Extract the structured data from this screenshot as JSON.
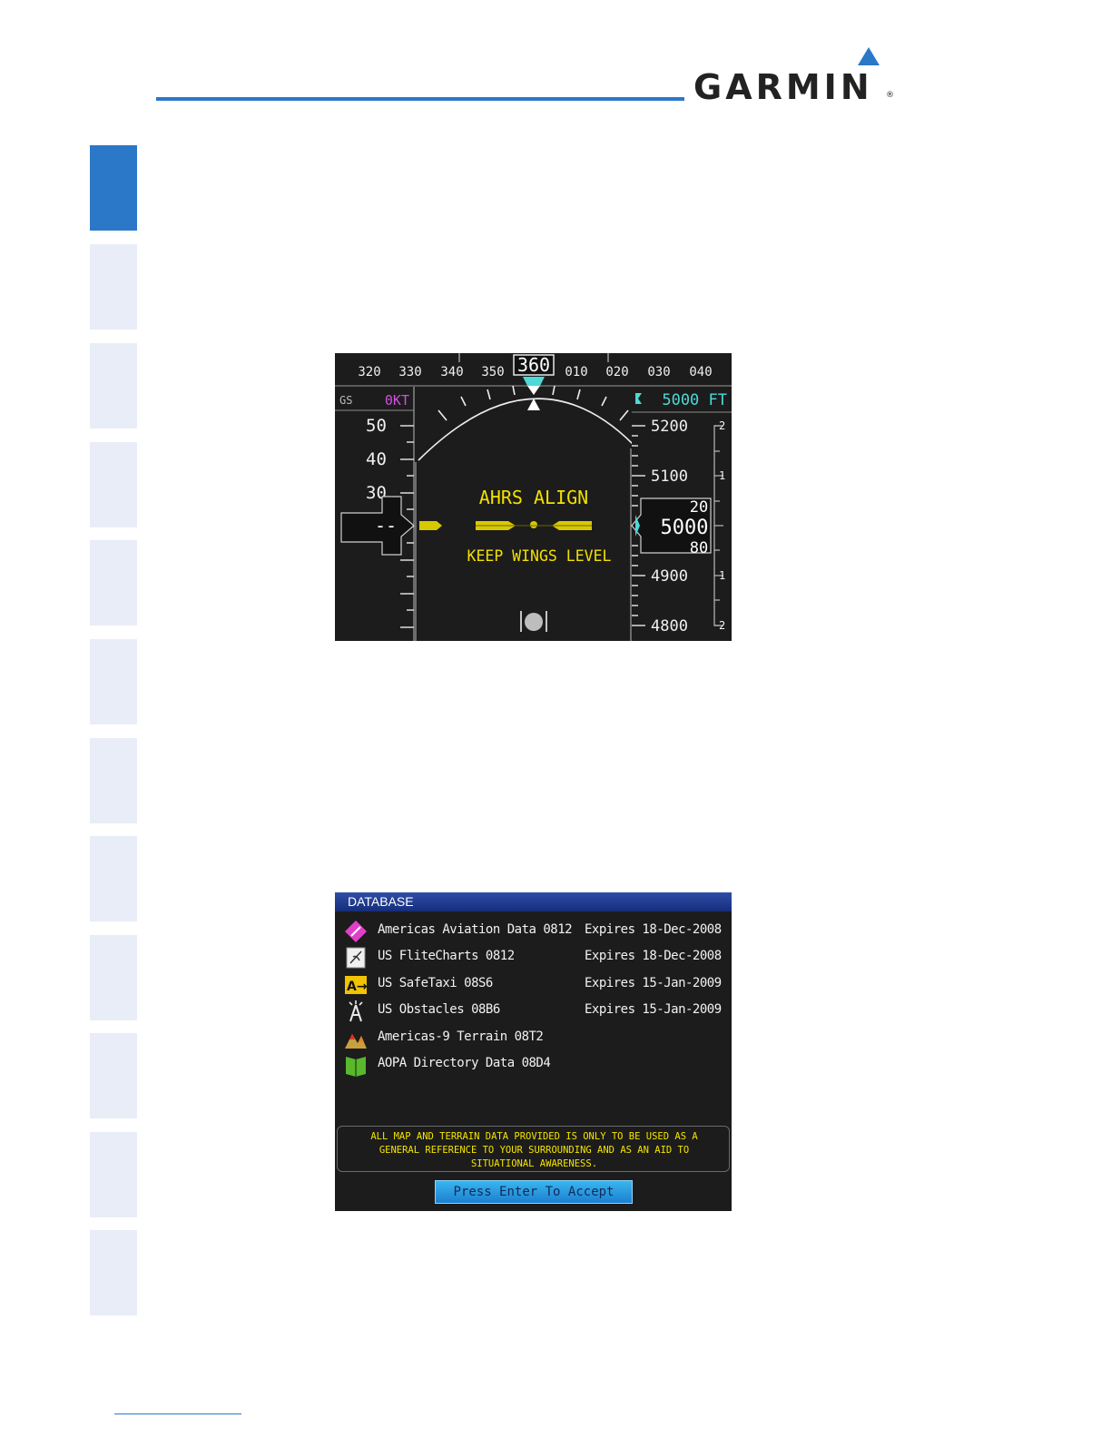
{
  "header": {
    "brand": "GARMIN",
    "colors": {
      "accent": "#2b78c8",
      "tab_inactive": "#e9edf7"
    }
  },
  "sidebar": {
    "tabs": [
      {
        "active": true
      },
      {
        "active": false
      },
      {
        "active": false
      },
      {
        "active": false
      },
      {
        "active": false
      },
      {
        "active": false
      },
      {
        "active": false
      },
      {
        "active": false
      },
      {
        "active": false
      },
      {
        "active": false
      },
      {
        "active": false
      },
      {
        "active": false
      }
    ]
  },
  "pfd": {
    "heading_scale": [
      "320",
      "330",
      "340",
      "350",
      "360",
      "010",
      "020",
      "030",
      "040"
    ],
    "heading_current": "360",
    "ground_speed_label": "GS",
    "ground_speed_value": "0KT",
    "selected_altitude": "5000 FT",
    "airspeed_ticks": [
      "50",
      "40",
      "30"
    ],
    "airspeed_readout": "--",
    "altitude_ticks": [
      "5200",
      "5100",
      "4900",
      "4800"
    ],
    "altitude_readout": "5000",
    "altitude_roll_above": "20",
    "altitude_roll_below": "80",
    "vsi_ticks": [
      "2",
      "1",
      "1",
      "2"
    ],
    "message_primary": "AHRS ALIGN",
    "message_secondary": "KEEP WINGS LEVEL",
    "colors": {
      "bug": "#4fd8d8",
      "magenta": "#d050e0",
      "yellow": "#f2e000"
    }
  },
  "database": {
    "title": "DATABASE",
    "rows": [
      {
        "icon": "aviation-diamond-icon",
        "name": "Americas Aviation Data 0812",
        "expires": "Expires 18-Dec-2008"
      },
      {
        "icon": "flitecharts-icon",
        "name": "US FliteCharts 0812",
        "expires": "Expires 18-Dec-2008"
      },
      {
        "icon": "safetaxi-icon",
        "name": "US SafeTaxi 08S6",
        "expires": "Expires 15-Jan-2009"
      },
      {
        "icon": "obstacle-icon",
        "name": "US Obstacles 08B6",
        "expires": "Expires 15-Jan-2009"
      },
      {
        "icon": "terrain-icon",
        "name": "Americas-9 Terrain 08T2",
        "expires": ""
      },
      {
        "icon": "directory-book-icon",
        "name": "AOPA Directory Data 08D4",
        "expires": ""
      }
    ],
    "warning_lines": [
      "ALL MAP AND TERRAIN DATA PROVIDED IS ONLY TO BE USED AS A",
      "GENERAL REFERENCE TO YOUR SURROUNDING AND AS AN AID TO",
      "SITUATIONAL AWARENESS."
    ],
    "accept_button": "Press Enter To Accept"
  }
}
